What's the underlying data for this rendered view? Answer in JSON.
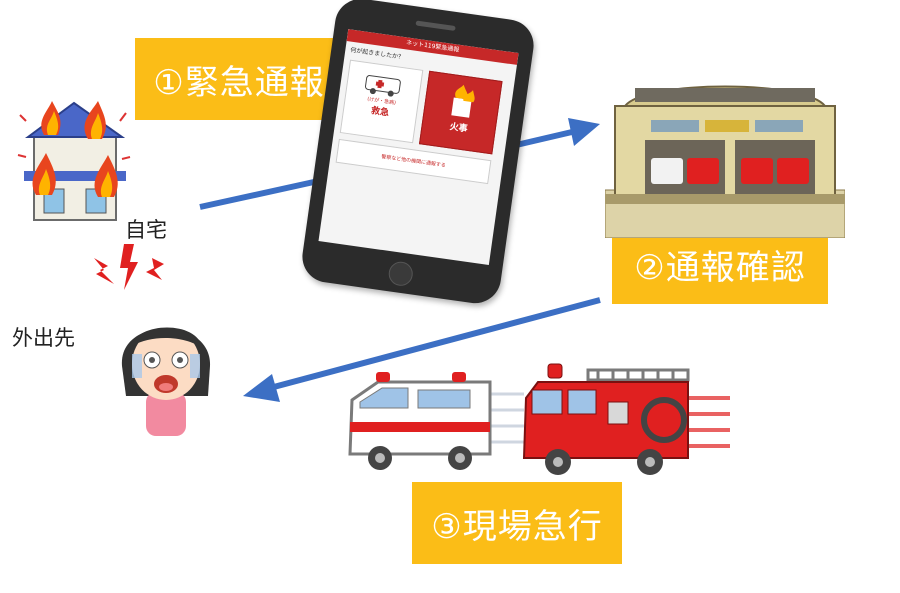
{
  "steps": {
    "emergency_call": "①緊急通報",
    "call_confirm": "②通報確認",
    "dispatch": "③現場急行"
  },
  "labels": {
    "home": "自宅",
    "outside": "外出先"
  },
  "phone_screen": {
    "header": "ネット119緊急通報",
    "question": "何が起きましたか？",
    "ambulance_tile": "救急",
    "ambulance_sub": "(けが・急病)",
    "fire_tile": "火事",
    "other_tile": "警察など他の機関に通報する"
  },
  "colors": {
    "step_box": "#fbbd17",
    "arrow": "#3c6fc4",
    "fire_red": "#e02020"
  },
  "icons": [
    "burning-house-icon",
    "panicked-person-icon",
    "smartphone-icon",
    "fire-station-icon",
    "ambulance-icon",
    "fire-truck-icon",
    "arrow-icon",
    "alert-mark-icon"
  ]
}
